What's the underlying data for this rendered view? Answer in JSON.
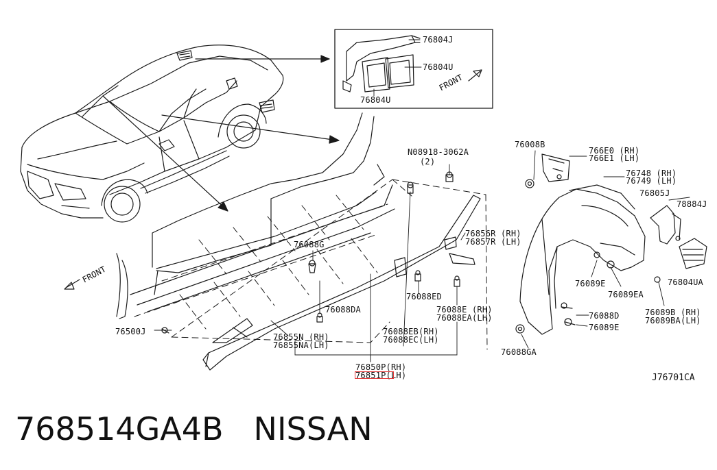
{
  "diagram_code": "J76701CA",
  "part_number": "768514GA4B",
  "brand": "NISSAN",
  "front_labels": [
    "FRONT",
    "FRONT"
  ],
  "labels": {
    "p76804J": "76804J",
    "p76804U_a": "76804U",
    "p76804U_b": "76804U",
    "p08918": "N08918-3062A",
    "p08918_qty": "(2)",
    "p76008B": "76008B",
    "p766E0": "766E0 (RH)",
    "p766E1": "766E1 (LH)",
    "p76748": "76748 (RH)",
    "p76749": "76749 (LH)",
    "p76805J": "76805J",
    "p78884J": "78884J",
    "p76856R": "76856R (RH)",
    "p76857R": "76857R (LH)",
    "p76088G": "76088G",
    "p76089E_a": "76089E",
    "p76089EA": "76089EA",
    "p76804UA": "76804UA",
    "p76088ED": "76088ED",
    "p76088E": "76088E (RH)",
    "p76088EA": "76088EA(LH)",
    "p76088DA": "76088DA",
    "p76089B": "76089B (RH)",
    "p76089BA": "76089BA(LH)",
    "p76088D": "76088D",
    "p76089E_b": "76089E",
    "p76500J": "76500J",
    "p76855N": "76855N (RH)",
    "p76855NA": "76855NA(LH)",
    "p76088EB": "76088EB(RH)",
    "p76088EC": "76088EC(LH)",
    "p76088GA": "76088GA",
    "p76850P": "76850P(RH)",
    "p76851P": "76851P(LH)"
  }
}
